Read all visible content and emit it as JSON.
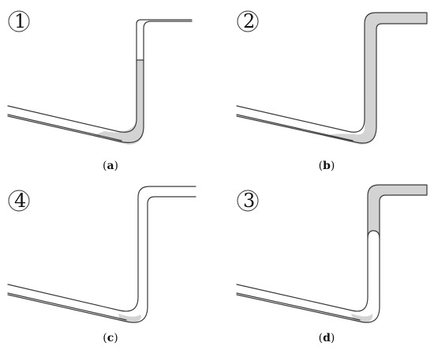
{
  "panels": [
    {
      "id": "a",
      "step": "①",
      "caption_open": "(",
      "caption_letter": "a",
      "caption_close": ")"
    },
    {
      "id": "b",
      "step": "②",
      "caption_open": "(",
      "caption_letter": "b",
      "caption_close": ")"
    },
    {
      "id": "c",
      "step": "④",
      "caption_open": "(",
      "caption_letter": "c",
      "caption_close": ")"
    },
    {
      "id": "d",
      "step": "③",
      "caption_open": "(",
      "caption_letter": "d",
      "caption_close": ")"
    }
  ],
  "colors": {
    "liquid": "#d3d3d3",
    "outline": "#3a3a3a",
    "background": "#ffffff"
  }
}
